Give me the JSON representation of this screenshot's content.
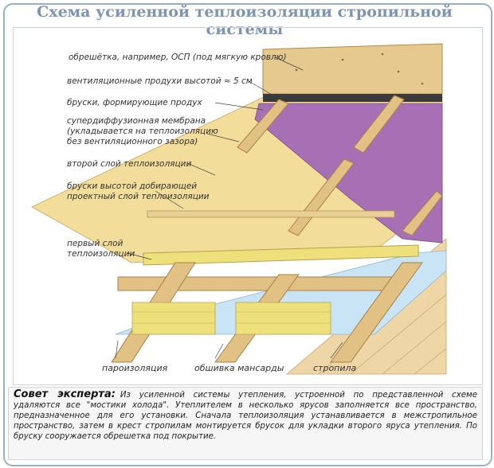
{
  "title": "Схема усиленной теплоизоляции стропильной системы",
  "labels": {
    "obreshetka": "обрешётка, например, ОСП (под мягкую кровлю)",
    "produhi": "вентиляционные продухи высотой ≈ 5 см",
    "bruski_produh": "бруски, формирующие продух",
    "membrana_1": "супердиффузионная мембрана",
    "membrana_2": "(укладывается на теплоизоляцию",
    "membrana_3": "без вентиляционного зазора)",
    "sloy2": "второй слой теплоизоляции",
    "bruski_dob_1": "бруски высотой добирающей",
    "bruski_dob_2": "проектный слой теплоизоляции",
    "sloy1_1": "первый слой",
    "sloy1_2": "теплоизоляции",
    "paroizolyaciya": "пароизоляция",
    "obshivka": "обшивка мансарды",
    "stropila": "стропила"
  },
  "advice": {
    "heading": "Совет эксперта:",
    "text": "Из усиленной системы утепления, устроенной по представленной схеме удаляются все \"мостики холода\". Утеплителем в несколько ярусов заполняется все пространство, предназначенное для его установки. Сначала теплоизоляция устанавливается в межстропильное пространство, затем в крест стропилам монтируется брусок для укладки второго яруса утепления. По бруску сооружается обрешетка под покрытие."
  },
  "colors": {
    "title": "#7d94b4",
    "wood": "#e2c184",
    "membrane": "#a870b4",
    "insulation_top": "#f2de9a",
    "insulation_yellow": "#eee07a",
    "vapor_barrier": "#c9e4f4",
    "lining": "#efd6a6"
  }
}
